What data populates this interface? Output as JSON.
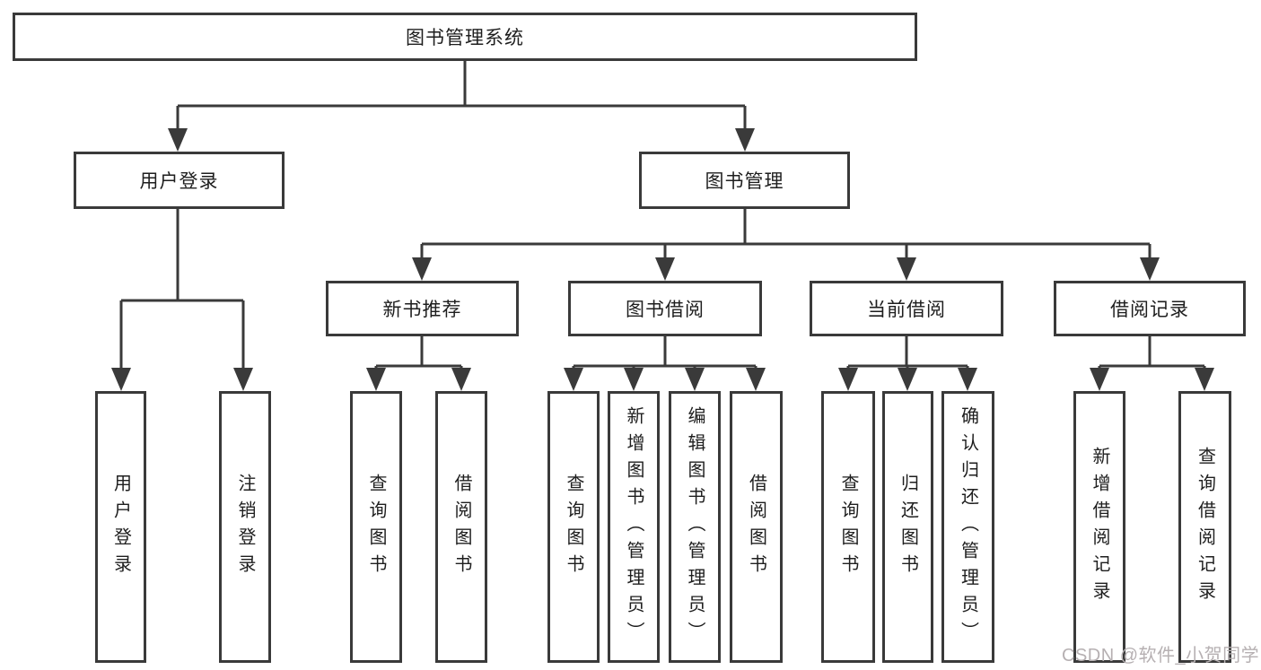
{
  "diagram": {
    "root": {
      "label": "图书管理系统"
    },
    "level2": [
      {
        "id": "user-login",
        "label": "用户登录"
      },
      {
        "id": "book-management",
        "label": "图书管理"
      }
    ],
    "level3": [
      {
        "id": "new-book-recommend",
        "label": "新书推荐"
      },
      {
        "id": "book-borrowing",
        "label": "图书借阅"
      },
      {
        "id": "current-borrowing",
        "label": "当前借阅"
      },
      {
        "id": "borrowing-records",
        "label": "借阅记录"
      }
    ],
    "leaves": [
      {
        "id": "user-login-leaf",
        "parent": "用户登录",
        "label": "用户登录"
      },
      {
        "id": "logout",
        "parent": "用户登录",
        "label": "注销登录"
      },
      {
        "id": "query-books-1",
        "parent": "新书推荐",
        "label": "查询图书"
      },
      {
        "id": "borrow-books-1",
        "parent": "新书推荐",
        "label": "借阅图书"
      },
      {
        "id": "query-books-2",
        "parent": "图书借阅",
        "label": "查询图书"
      },
      {
        "id": "add-book-admin",
        "parent": "图书借阅",
        "label": "新增图书（管理员）"
      },
      {
        "id": "edit-book-admin",
        "parent": "图书借阅",
        "label": "编辑图书（管理员）"
      },
      {
        "id": "borrow-books-2",
        "parent": "图书借阅",
        "label": "借阅图书"
      },
      {
        "id": "query-books-3",
        "parent": "当前借阅",
        "label": "查询图书"
      },
      {
        "id": "return-book",
        "parent": "当前借阅",
        "label": "归还图书"
      },
      {
        "id": "confirm-return-admin",
        "parent": "当前借阅",
        "label": "确认归还（管理员）"
      },
      {
        "id": "add-borrow-record",
        "parent": "借阅记录",
        "label": "新增借阅记录"
      },
      {
        "id": "query-borrow-record",
        "parent": "借阅记录",
        "label": "查询借阅记录"
      }
    ],
    "watermark": "CSDN @软件_小贺同学",
    "colors": {
      "line": "#3a3a3a",
      "text": "#1e1e1e",
      "watermark": "#b6b0b2",
      "background": "#ffffff"
    }
  }
}
